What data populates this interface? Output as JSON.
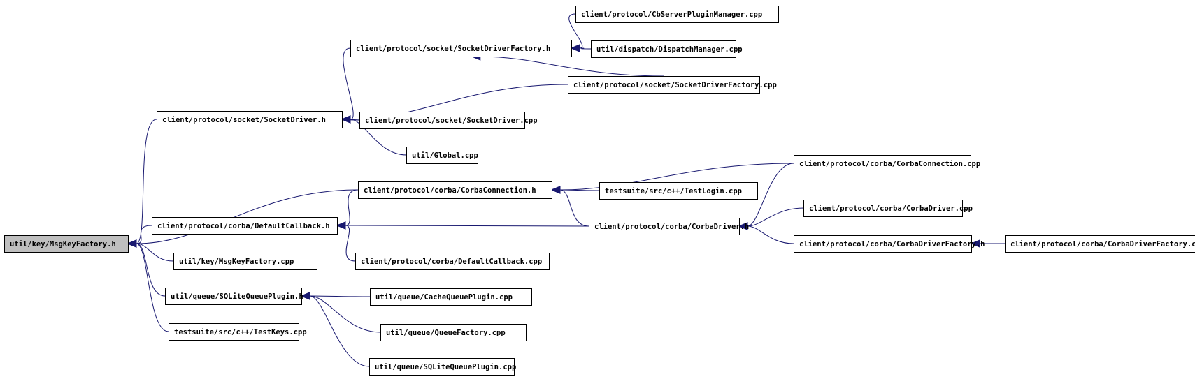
{
  "diagram": {
    "colors": {
      "edge": "#191970",
      "root_fill": "#bfbfbf",
      "node_fill": "#ffffff",
      "node_border": "#000000"
    },
    "nodes": [
      {
        "id": "n0",
        "label": "util/key/MsgKeyFactory.h",
        "root": true
      },
      {
        "id": "n1",
        "label": "client/protocol/socket/SocketDriver.h"
      },
      {
        "id": "n2",
        "label": "client/protocol/socket/SocketDriverFactory.h"
      },
      {
        "id": "n3",
        "label": "client/protocol/CbServerPluginManager.cpp"
      },
      {
        "id": "n4",
        "label": "util/dispatch/DispatchManager.cpp"
      },
      {
        "id": "n5",
        "label": "client/protocol/socket/SocketDriverFactory.cpp"
      },
      {
        "id": "n6",
        "label": "client/protocol/socket/SocketDriver.cpp"
      },
      {
        "id": "n7",
        "label": "util/Global.cpp"
      },
      {
        "id": "n8",
        "label": "client/protocol/corba/CorbaConnection.h"
      },
      {
        "id": "n9",
        "label": "testsuite/src/c++/TestLogin.cpp"
      },
      {
        "id": "n10",
        "label": "client/protocol/corba/CorbaConnection.cpp"
      },
      {
        "id": "n11",
        "label": "client/protocol/corba/DefaultCallback.h"
      },
      {
        "id": "n12",
        "label": "client/protocol/corba/CorbaDriver.h"
      },
      {
        "id": "n13",
        "label": "client/protocol/corba/CorbaDriver.cpp"
      },
      {
        "id": "n14",
        "label": "client/protocol/corba/CorbaDriverFactory.h"
      },
      {
        "id": "n15",
        "label": "client/protocol/corba/CorbaDriverFactory.cpp"
      },
      {
        "id": "n16",
        "label": "client/protocol/corba/DefaultCallback.cpp"
      },
      {
        "id": "n17",
        "label": "util/key/MsgKeyFactory.cpp"
      },
      {
        "id": "n18",
        "label": "util/queue/SQLiteQueuePlugin.h"
      },
      {
        "id": "n19",
        "label": "util/queue/CacheQueuePlugin.cpp"
      },
      {
        "id": "n20",
        "label": "util/queue/QueueFactory.cpp"
      },
      {
        "id": "n21",
        "label": "util/queue/SQLiteQueuePlugin.cpp"
      },
      {
        "id": "n22",
        "label": "testsuite/src/c++/TestKeys.cpp"
      }
    ],
    "edges": [
      {
        "from": "n1",
        "to": "n0"
      },
      {
        "from": "n8",
        "to": "n0"
      },
      {
        "from": "n11",
        "to": "n0"
      },
      {
        "from": "n17",
        "to": "n0"
      },
      {
        "from": "n18",
        "to": "n0"
      },
      {
        "from": "n22",
        "to": "n0"
      },
      {
        "from": "n2",
        "to": "n1"
      },
      {
        "from": "n5",
        "to": "n1"
      },
      {
        "from": "n6",
        "to": "n1"
      },
      {
        "from": "n7",
        "to": "n1"
      },
      {
        "from": "n3",
        "to": "n2"
      },
      {
        "from": "n4",
        "to": "n2"
      },
      {
        "from": "n5",
        "to": "n2"
      },
      {
        "from": "n10",
        "to": "n8"
      },
      {
        "from": "n9",
        "to": "n8"
      },
      {
        "from": "n12",
        "to": "n8"
      },
      {
        "from": "n8",
        "to": "n11"
      },
      {
        "from": "n12",
        "to": "n11"
      },
      {
        "from": "n16",
        "to": "n11"
      },
      {
        "from": "n10",
        "to": "n12"
      },
      {
        "from": "n13",
        "to": "n12"
      },
      {
        "from": "n14",
        "to": "n12"
      },
      {
        "from": "n15",
        "to": "n14"
      },
      {
        "from": "n19",
        "to": "n18"
      },
      {
        "from": "n20",
        "to": "n18"
      },
      {
        "from": "n21",
        "to": "n18"
      }
    ]
  }
}
